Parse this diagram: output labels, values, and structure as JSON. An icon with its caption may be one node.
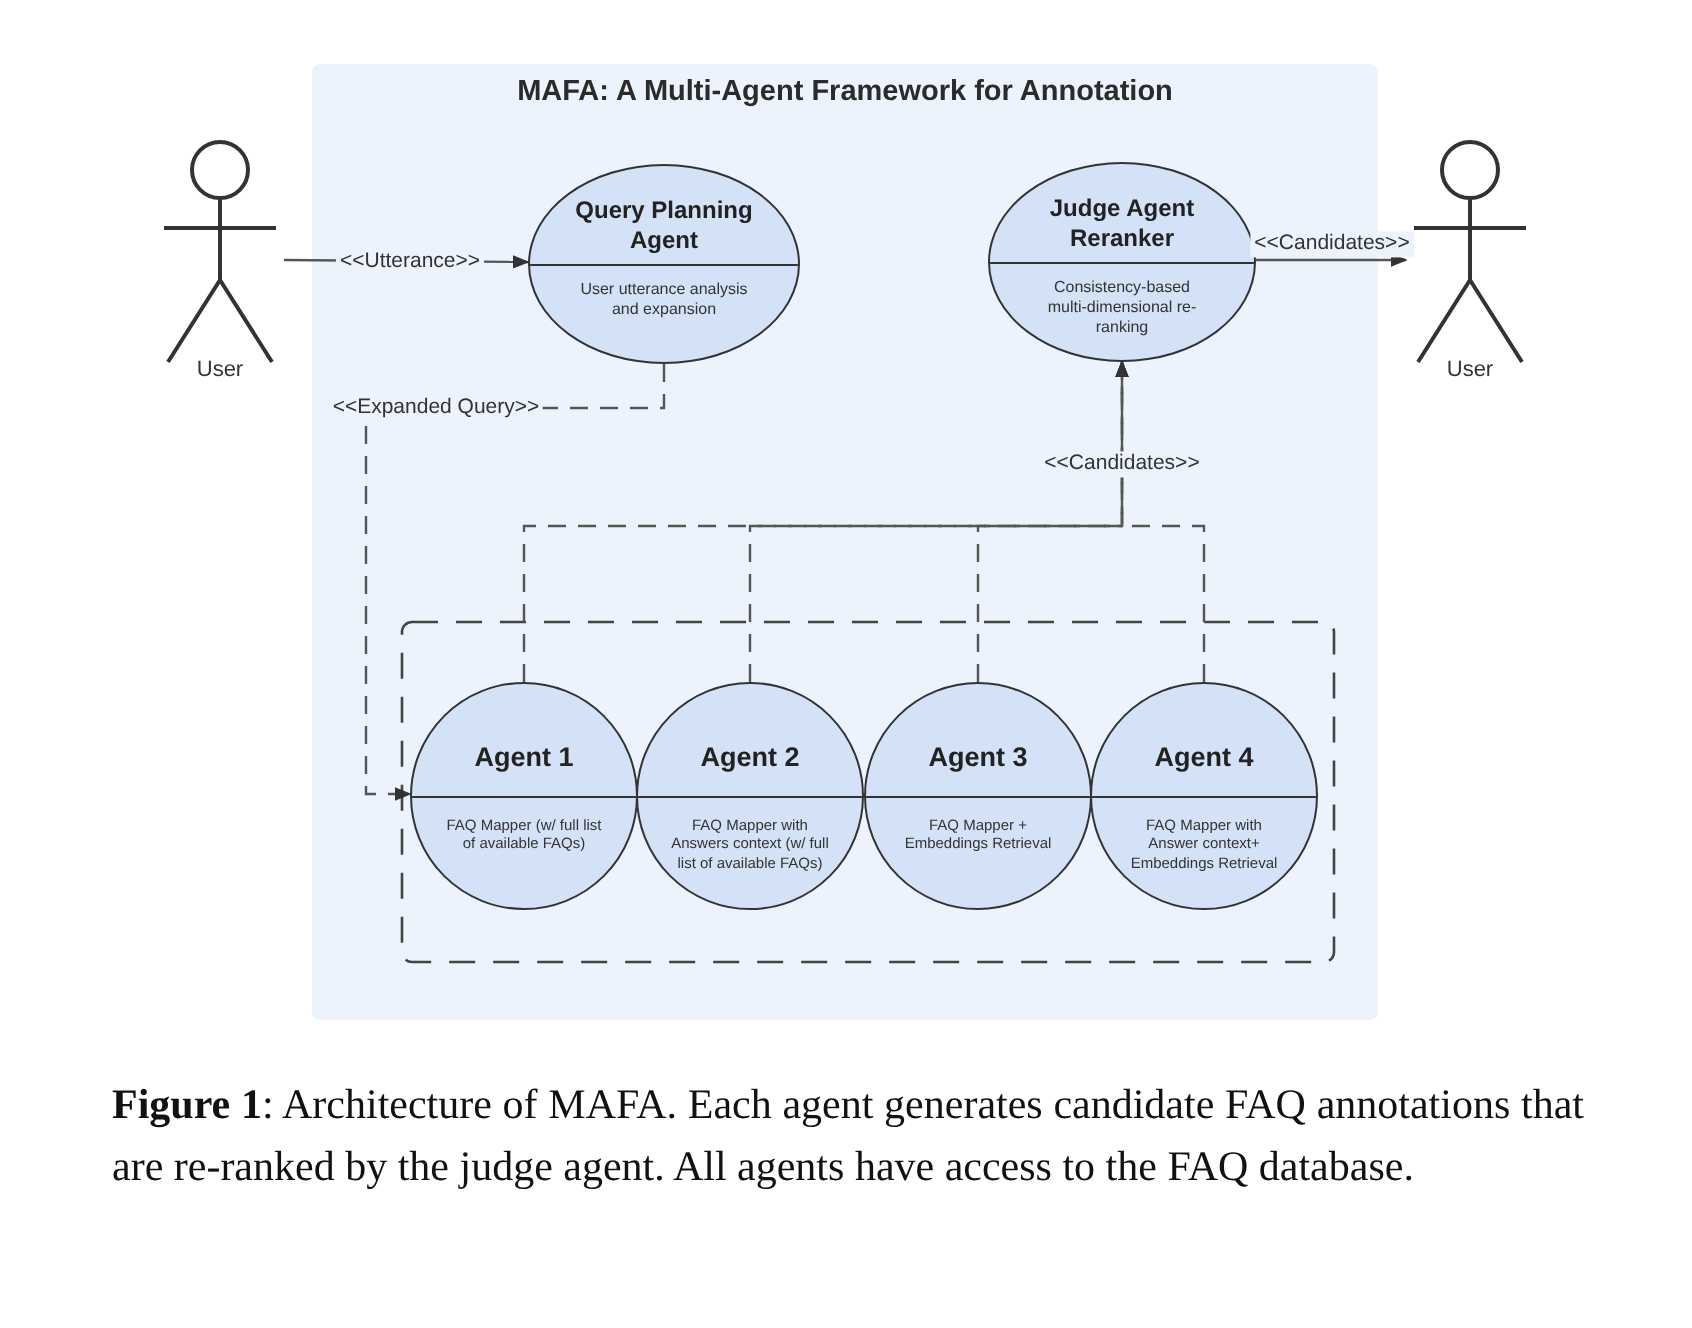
{
  "diagram": {
    "nodes": [
      {
        "text": [
          "MAFA: A Multi-Agent Framework for Annotation"
        ]
      },
      {
        "text": [
          "User"
        ]
      },
      {
        "text": [
          "Query Planning Agent",
          "User utterance analysis and expansion"
        ],
        "in": 0
      },
      {
        "text": [
          "Judge Agent Reranker",
          "Consistency-based multi-dimensional re-ranking"
        ],
        "in": 0
      },
      {
        "text": [
          "User"
        ]
      },
      {
        "text": [],
        "shape": "box",
        "in": 0
      },
      {
        "text": [
          "Agent 1",
          "FAQ Mapper (w/ full list of available FAQs)"
        ],
        "in": 5
      },
      {
        "text": [
          "Agent 2",
          "FAQ Mapper with Answers context (w/ full list of available FAQs)"
        ],
        "in": 5
      },
      {
        "text": [
          "Agent 3",
          "FAQ Mapper + Embeddings Retrieval"
        ],
        "in": 5
      },
      {
        "text": [
          "Agent 4",
          "FAQ Mapper with Answer context+ Embeddings Retrieval"
        ],
        "in": 5
      }
    ],
    "edges": [
      {
        "from": 1,
        "to": 2,
        "arrow": "to",
        "label": "<<Utterance>>"
      },
      {
        "from": 3,
        "to": 4,
        "arrow": "to",
        "label": "<<Candidates>>"
      },
      {
        "from": 2,
        "to": 6,
        "arrow": "to",
        "style": "dashed",
        "label": "<<Expanded Query>>"
      },
      {
        "from": 6,
        "to": 3,
        "arrow": "to",
        "style": "dashed",
        "label": "<<Candidates>>"
      },
      {
        "from": 7,
        "to": 3,
        "arrow": "to",
        "style": "dashed"
      },
      {
        "from": 8,
        "to": 3,
        "arrow": "to",
        "style": "dashed"
      },
      {
        "from": 9,
        "to": 3,
        "arrow": "to",
        "style": "dashed"
      }
    ],
    "caption": "**Figure 1**: Architecture of MAFA. Each agent generates candidate FAQ annotations that are re-ranked by the judge agent. All agents have access to the FAQ database."
  }
}
